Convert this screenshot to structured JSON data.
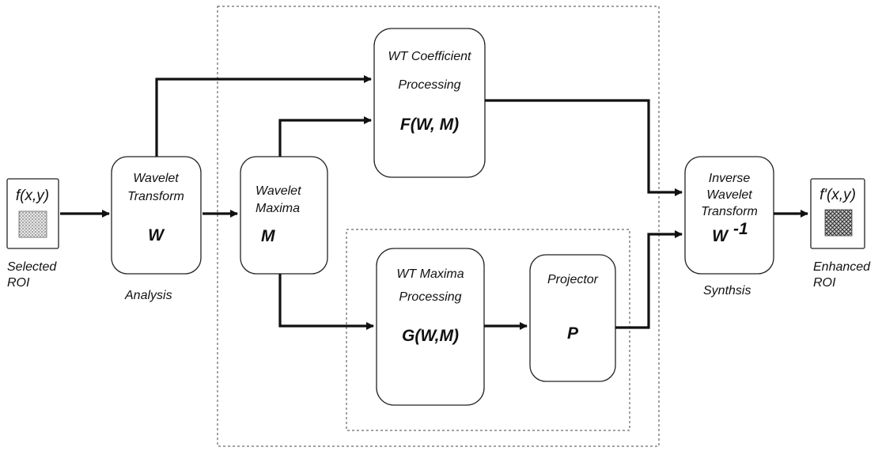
{
  "input": {
    "function": "f(x,y)",
    "caption_line1": "Selected",
    "caption_line2": "ROI"
  },
  "wavelet_transform": {
    "line1": "Wavelet",
    "line2": "Transform",
    "symbol": "W",
    "caption": "Analysis"
  },
  "wavelet_maxima": {
    "line1": "Wavelet",
    "line2": "Maxima",
    "symbol": "M"
  },
  "wt_coefficient_processing": {
    "line1": "WT Coefficient",
    "line2": "Processing",
    "symbol": "F(W, M)"
  },
  "wt_maxima_processing": {
    "line1": "WT Maxima",
    "line2": "Processing",
    "symbol": "G(W,M)"
  },
  "projector": {
    "line1": "Projector",
    "symbol": "P"
  },
  "inverse_wavelet_transform": {
    "line1": "Inverse",
    "line2": "Wavelet",
    "line3": "Transform",
    "symbol": "W",
    "superscript": "-1",
    "caption": "Synthsis"
  },
  "output": {
    "function": "f'(x,y)",
    "caption_line1": "Enhanced",
    "caption_line2": "ROI"
  }
}
